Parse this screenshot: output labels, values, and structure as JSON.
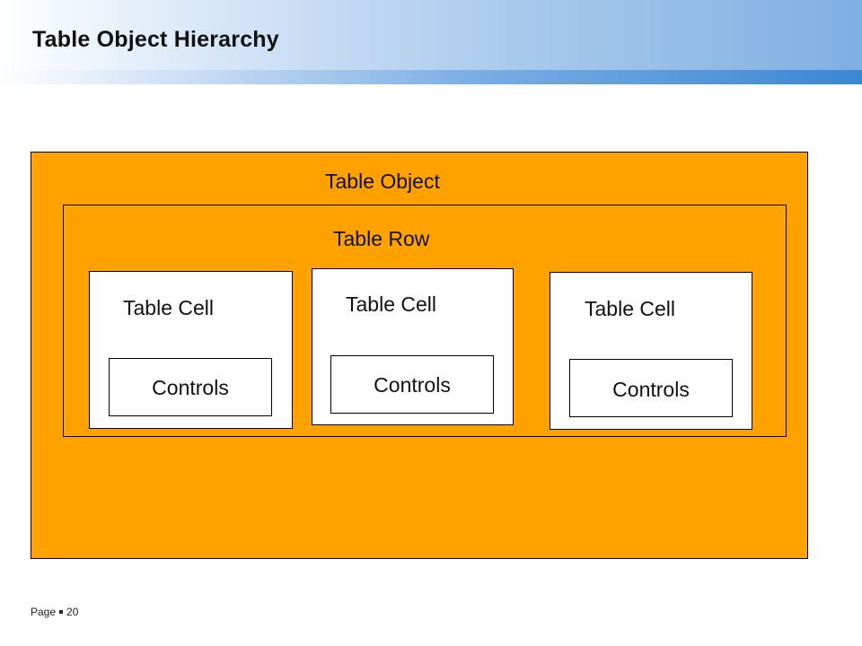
{
  "slide": {
    "title": "Table Object Hierarchy"
  },
  "diagram": {
    "table_object_label": "Table Object",
    "table_row_label": "Table Row",
    "cells": [
      {
        "label": "Table Cell",
        "controls_label": "Controls"
      },
      {
        "label": "Table Cell",
        "controls_label": "Controls"
      },
      {
        "label": "Table Cell",
        "controls_label": "Controls"
      }
    ]
  },
  "footer": {
    "page_label": "Page",
    "page_number": "20"
  },
  "colors": {
    "container_fill": "#ffa200",
    "header_accent": "#3c86d3"
  }
}
